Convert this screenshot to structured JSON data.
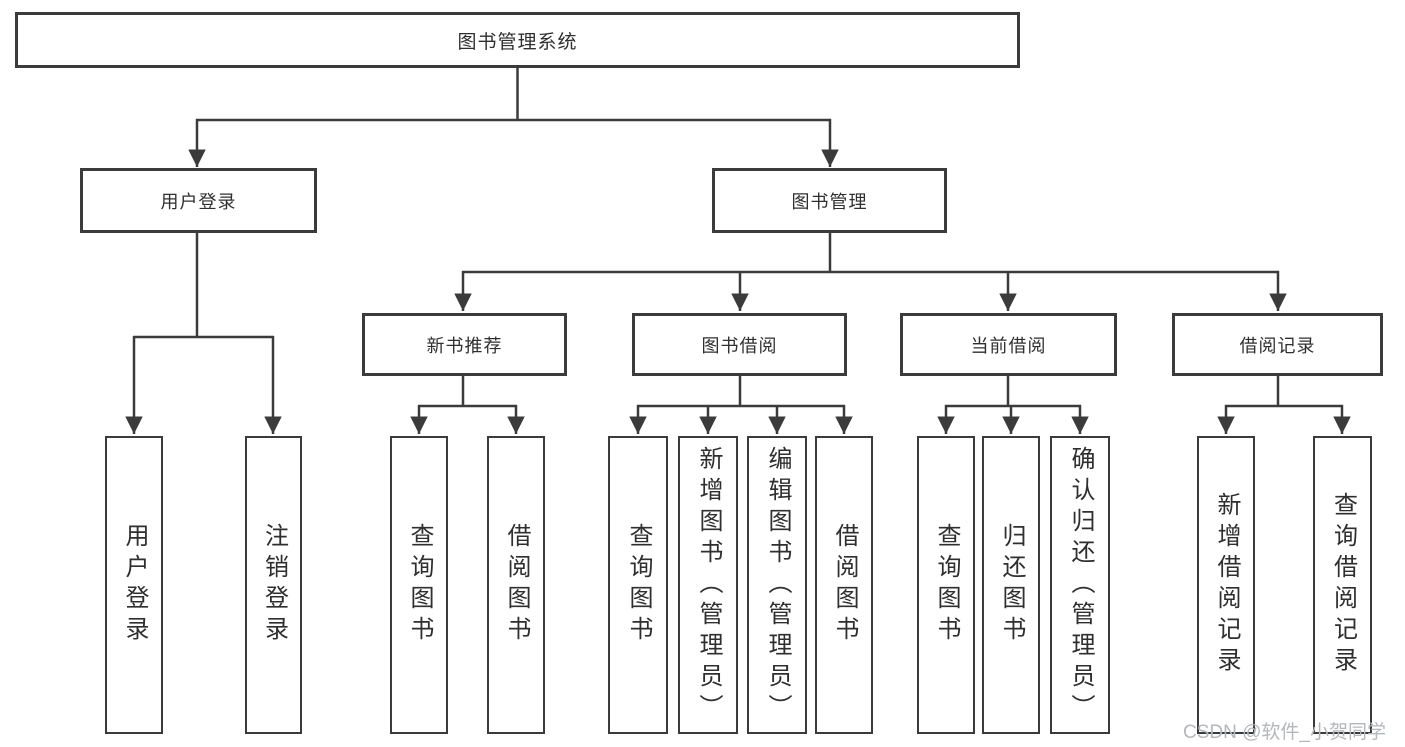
{
  "diagram": {
    "root": {
      "label": "图书管理系统"
    },
    "branches": [
      {
        "label": "用户登录",
        "children": [
          {
            "label": "用户登录"
          },
          {
            "label": "注销登录"
          }
        ]
      },
      {
        "label": "图书管理",
        "children": [
          {
            "label": "新书推荐",
            "children": [
              {
                "label": "查询图书"
              },
              {
                "label": "借阅图书"
              }
            ]
          },
          {
            "label": "图书借阅",
            "children": [
              {
                "label": "查询图书"
              },
              {
                "label": "新增图书（管理员）"
              },
              {
                "label": "编辑图书（管理员）"
              },
              {
                "label": "借阅图书"
              }
            ]
          },
          {
            "label": "当前借阅",
            "children": [
              {
                "label": "查询图书"
              },
              {
                "label": "归还图书"
              },
              {
                "label": "确认归还（管理员）"
              }
            ]
          },
          {
            "label": "借阅记录",
            "children": [
              {
                "label": "新增借阅记录"
              },
              {
                "label": "查询借阅记录"
              }
            ]
          }
        ]
      }
    ]
  },
  "watermark": {
    "text": "CSDN @软件_小贺同学"
  },
  "colors": {
    "line": "#3b3b3b",
    "text": "#2f2f2f",
    "background": "#ffffff",
    "watermark": "#b4b7bb"
  }
}
